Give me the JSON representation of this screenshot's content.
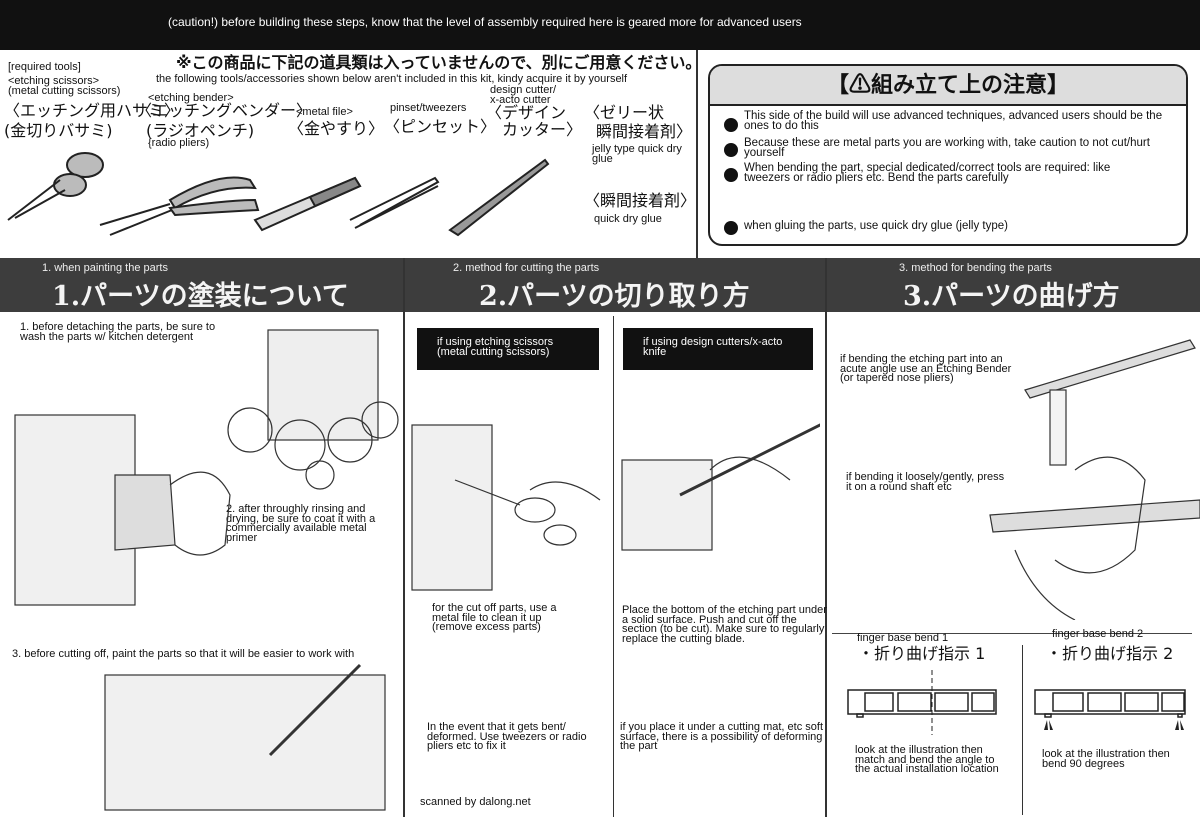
{
  "caution_banner": "(caution!) before building these steps, know that the level of assembly required here is geared more for advanced users",
  "tools": {
    "heading_en": "[required tools]",
    "heading_jp": "※この商品に下記の道具類は入っていませんので、別にご用意ください。",
    "heading_translation": "the following tools/accessories shown below aren't included in this kit, kindy acquire it by yourself",
    "items": [
      {
        "en": "<etching scissors>\n(metal cutting scissors)",
        "jp1": "〈エッチング用ハサミ〉",
        "jp2": "(金切りバサミ)"
      },
      {
        "en": "<etching bender>",
        "jp1": "〈エッチングベンダー〉",
        "jp2": "(ラジオペンチ)",
        "en2": "{radio pliers)"
      },
      {
        "en": "<metal file>",
        "jp1": "〈金やすり〉"
      },
      {
        "en": "pinset/tweezers",
        "jp1": "〈ピンセット〉"
      },
      {
        "en": "design cutter/\nx-acto cutter",
        "jp1": "〈デザイン",
        "jp2": "カッター〉"
      },
      {
        "jp1": "〈ゼリー状",
        "jp2": "瞬間接着剤〉",
        "en": "jelly type quick dry glue"
      },
      {
        "jp1": "〈瞬間接着剤〉",
        "en": "quick dry glue"
      }
    ]
  },
  "notice": {
    "title": "【⚠組み立て上の注意】",
    "items": [
      "This side of the build will use advanced techniques, advanced users should be the ones to do this",
      "Because these are metal parts you are working with, take caution to not cut/hurt yourself",
      "When bending the part, special dedicated/correct tools are required: like tweezers or radio pliers etc.  Bend the parts carefully",
      "when gluing the parts, use quick dry glue (jelly type)"
    ]
  },
  "sections": [
    {
      "caption": "1. when painting the parts",
      "title": "1.パーツの塗装について",
      "steps": [
        "1. before detaching the parts, be sure to wash the parts w/ kitchen detergent",
        "2. after throughly rinsing and drying, be sure to coat it with a commercially available metal primer",
        "3. before cutting off, paint the parts so that it will be easier to work with"
      ]
    },
    {
      "caption": "2. method for cutting the parts",
      "title": "2.パーツの切り取り方",
      "boxes": [
        "if using etching scissors (metal cutting scissors)",
        "if using design cutters/x-acto knife"
      ],
      "steps": [
        "for the cut off parts, use a metal file to clean it up (remove excess parts)",
        "Place the bottom of the etching part under a solid surface. Push and cut off the section (to be cut).  Make sure to  regularly replace the cutting blade.",
        "In the event that it gets bent/ deformed. Use tweezers or radio pliers etc to fix it",
        "if you place it under a cutting mat, etc soft surface, there is a possibility of deforming the part"
      ],
      "credit": "scanned by dalong.net"
    },
    {
      "caption": "3. method for bending the parts",
      "title": "3.パーツの曲げ方",
      "steps": [
        "if bending the etching part into an acute angle use an Etching Bender (or tapered nose pliers)",
        "if bending it loosely/gently, press it on a round shaft etc"
      ],
      "bends": [
        {
          "en": "finger base bend 1",
          "jp": "・折り曲げ指示 1",
          "note": "look at the illustration then match and bend the angle to the actual installation location"
        },
        {
          "en": "finger base bend 2",
          "jp": "・折り曲げ指示 2",
          "note": "look at the illustration then bend 90 degrees"
        }
      ]
    }
  ]
}
